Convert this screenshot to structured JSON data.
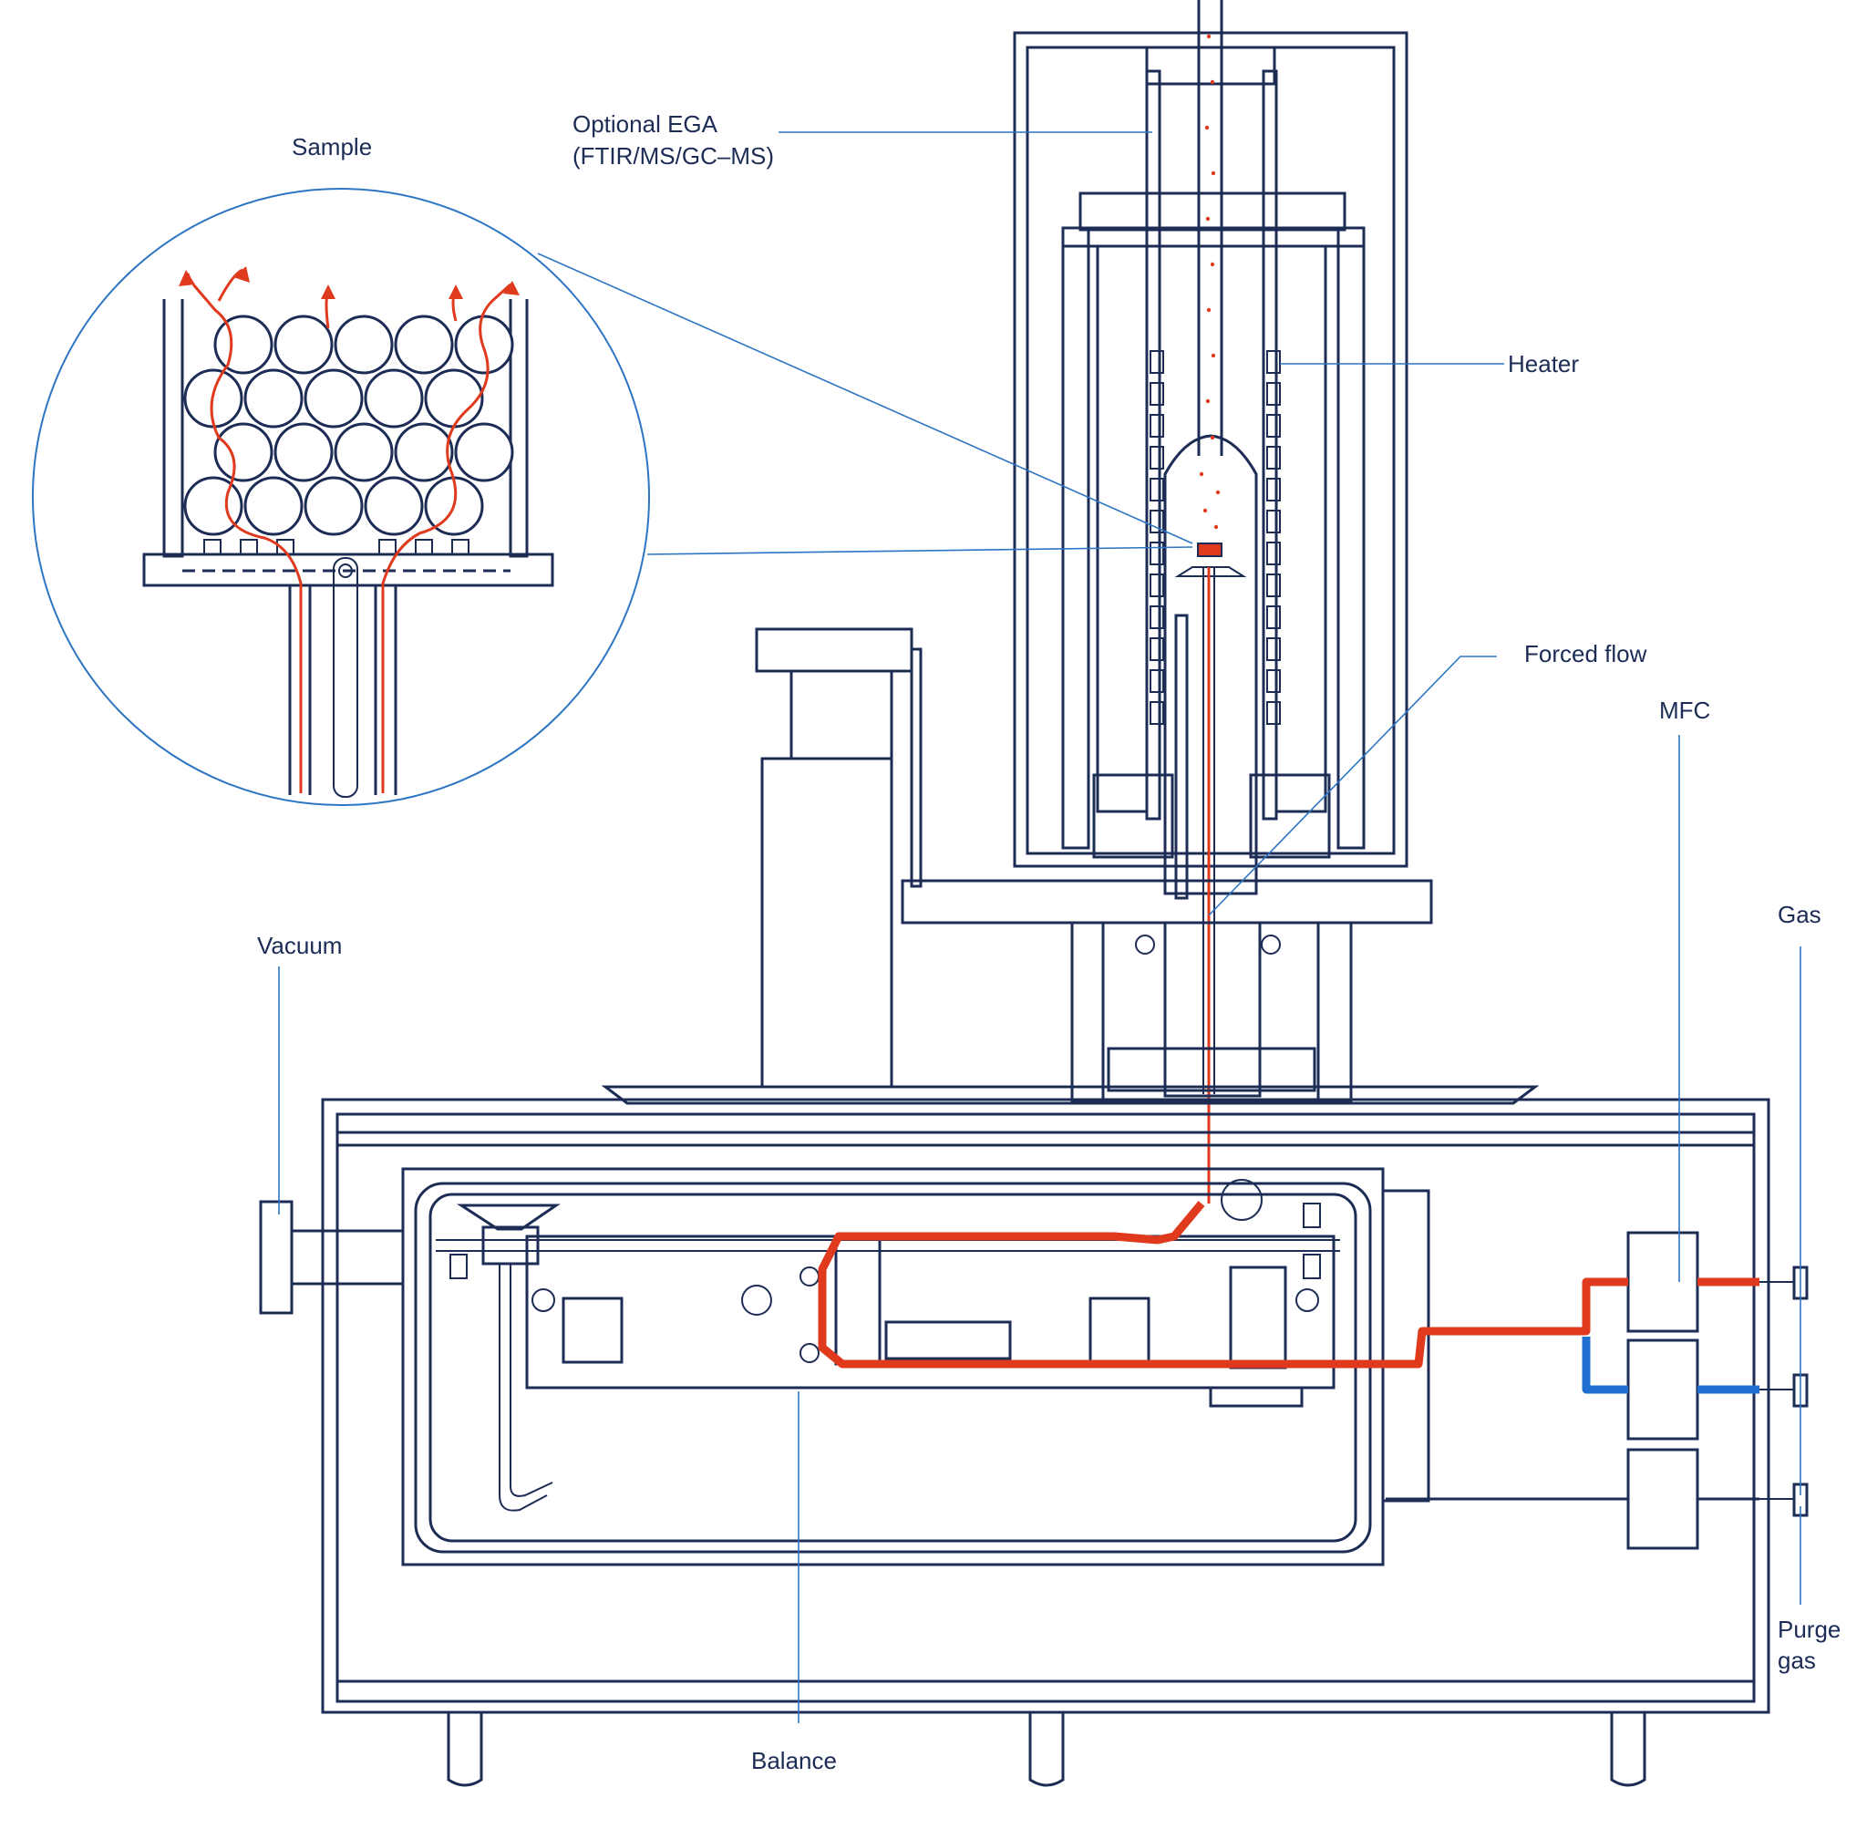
{
  "labels": {
    "sample": "Sample",
    "ega_line1": "Optional EGA",
    "ega_line2": "(FTIR/MS/GC–MS)",
    "heater": "Heater",
    "forced_flow": "Forced flow",
    "mfc": "MFC",
    "vacuum": "Vacuum",
    "gas": "Gas",
    "purge_line1": "Purge",
    "purge_line2": "gas",
    "balance": "Balance"
  },
  "colors": {
    "outline": "#1c2c55",
    "leader": "#2e75c4",
    "reactive_gas": "#e03a1e",
    "purge_gas": "#1f6fd1"
  }
}
